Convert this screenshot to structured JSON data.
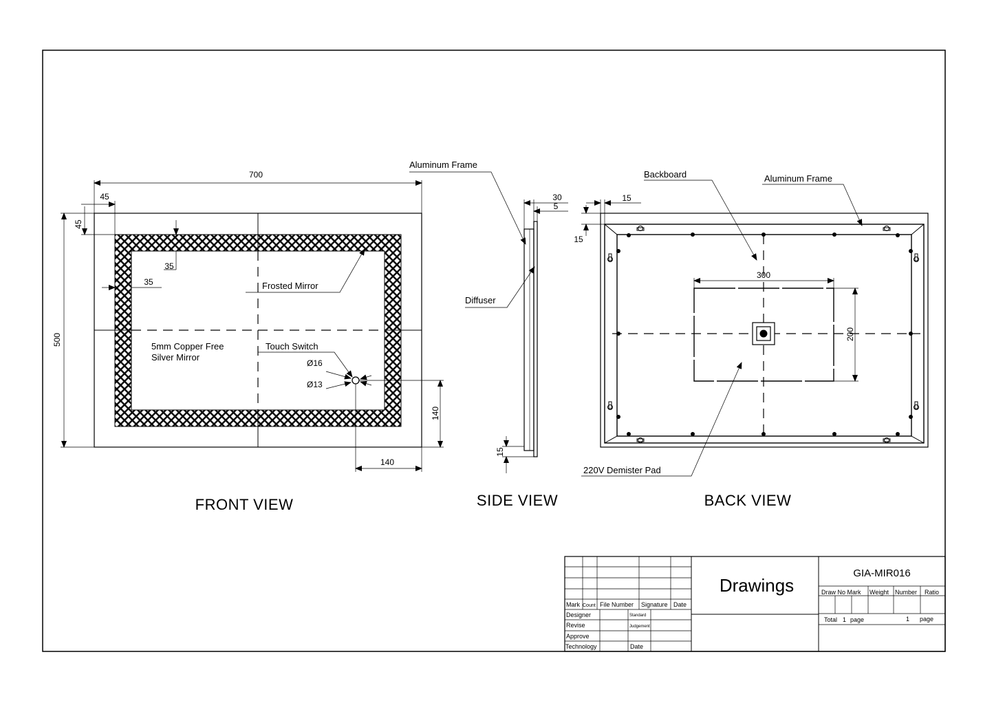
{
  "front_view": {
    "title": "FRONT VIEW",
    "dim_width": "700",
    "dim_height": "500",
    "dim_border_h": "45",
    "dim_border_v": "45",
    "dim_strip_v": "35",
    "dim_strip_h": "35",
    "frosted_mirror": "Frosted Mirror",
    "mirror_line1": "5mm Copper Free",
    "mirror_line2": "Silver Mirror",
    "touch_switch": "Touch Switch",
    "dia16": "Ø16",
    "dia13": "Ø13",
    "dim_switch_v": "140",
    "dim_switch_h": "140"
  },
  "side_view": {
    "title": "SIDE VIEW",
    "aluminum_frame": "Aluminum Frame",
    "diffuser": "Diffuser",
    "dim_30": "30",
    "dim_5": "5",
    "dim_15": "15"
  },
  "back_view": {
    "title": "BACK VIEW",
    "backboard": "Backboard",
    "aluminum_frame": "Aluminum Frame",
    "dim_15_h": "15",
    "dim_15_v": "15",
    "dim_300": "300",
    "dim_200": "200",
    "demister": "220V Demister Pad"
  },
  "title_block": {
    "drawings": "Drawings",
    "code": "GIA-MIR016",
    "mark": "Mark",
    "count": "Count",
    "file_number": "File Number",
    "signature": "Signature",
    "date": "Date",
    "designer": "Designer",
    "standard": "Standard",
    "revise": "Revise",
    "judgement": "Judgement",
    "approve": "Approve",
    "technology": "Technology",
    "date2": "Date",
    "draw_no_mark": "Draw No Mark",
    "weight": "Weight",
    "number": "Number",
    "ratio": "Ratio",
    "total": "Total",
    "total_count": "1",
    "page_word": "page",
    "page_num": "1",
    "page_word2": "page"
  }
}
